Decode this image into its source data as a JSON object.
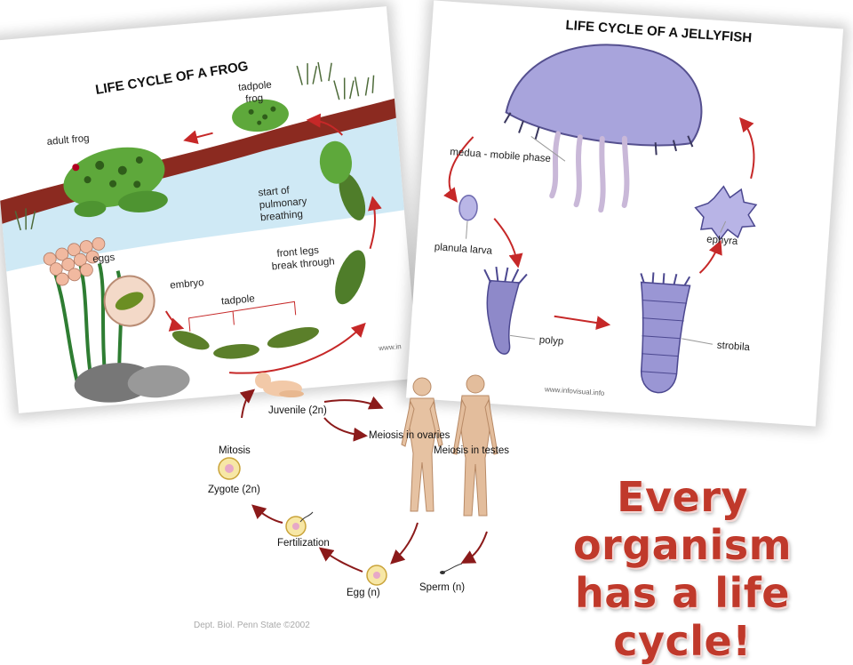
{
  "frog_cycle": {
    "title": "LIFE CYCLE OF A FROG",
    "labels": {
      "adult_frog": "adult frog",
      "tadpole_frog_1": "tadpole",
      "tadpole_frog_2": "frog",
      "pulmonary_1": "start of",
      "pulmonary_2": "pulmonary",
      "pulmonary_3": "breathing",
      "eggs": "eggs",
      "embryo": "embryo",
      "tadpole": "tadpole",
      "front_legs_1": "front legs",
      "front_legs_2": "break through"
    },
    "watermark": "www.in"
  },
  "jellyfish_cycle": {
    "title": "LIFE CYCLE OF A JELLYFISH",
    "labels": {
      "medusa": "medua - mobile phase",
      "planula": "planula larva",
      "polyp": "polyp",
      "strobila": "strobila",
      "ephyra": "ephyra"
    },
    "watermark": "www.infovisual.info"
  },
  "human_cycle": {
    "labels": {
      "juvenile": "Juvenile (2n)",
      "meiosis_ovaries": "Meiosis in ovaries",
      "meiosis_testes": "Meiosis in testes",
      "mitosis": "Mitosis",
      "zygote": "Zygote (2n)",
      "fertilization": "Fertilization",
      "egg": "Egg (n)",
      "sperm": "Sperm (n)"
    }
  },
  "headline": {
    "line1": "Every organism",
    "line2": "has a life cycle!"
  },
  "credit": "Dept. Biol. Penn State ©2002",
  "colors": {
    "headline": "#c0392b",
    "arrow": "#c62828",
    "frog_green": "#4caf50",
    "jelly_violet": "#8e89c9"
  }
}
